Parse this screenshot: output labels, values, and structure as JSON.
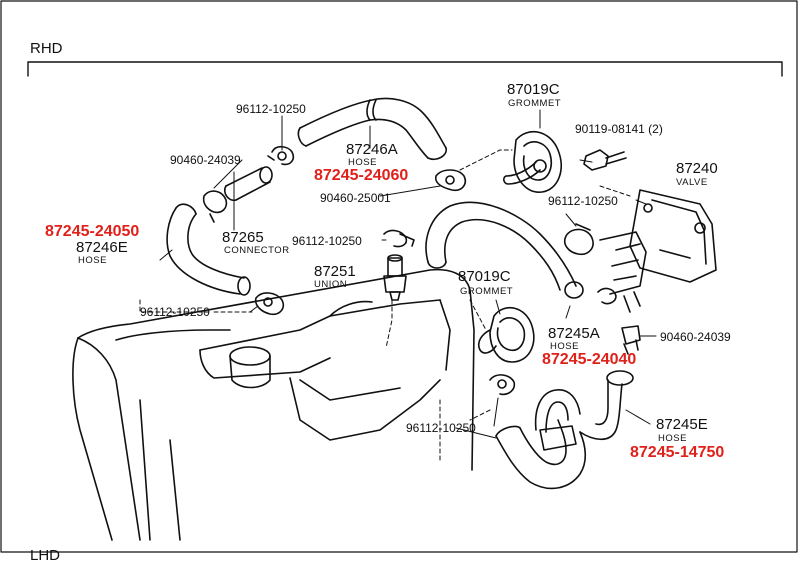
{
  "section": "RHD",
  "section_bottom_partial": "LHD",
  "labels": {
    "p96112_top": "96112-10250",
    "p87246A": "87246A",
    "p87246A_name": "HOSE",
    "p87245_24060": "87245-24060",
    "p87019C_top": "87019C",
    "p87019C_top_name": "GROMMET",
    "p90119": "90119-08141 (2)",
    "p90460_left": "90460-24039",
    "p90460_25001": "90460-25001",
    "p87240": "87240",
    "p87240_name": "VALVE",
    "p96112_right": "96112-10250",
    "p87245_24050": "87245-24050",
    "p87246E": "87246E",
    "p87246E_name": "HOSE",
    "p87265": "87265",
    "p87265_name": "CONNECTOR",
    "p96112_mid": "96112-10250",
    "p87251": "87251",
    "p87251_name": "UNION",
    "p87019C_mid": "87019C",
    "p87019C_mid_name": "GROMMET",
    "p96112_left_low": "96112-10250",
    "p87245A": "87245A",
    "p87245A_name": "HOSE",
    "p90460_right": "90460-24039",
    "p87245_24040": "87245-24040",
    "p96112_bottom": "96112-10250",
    "p87245E": "87245E",
    "p87245E_name": "HOSE",
    "p87245_14750": "87245-14750"
  },
  "colors": {
    "highlight": "#e0201a",
    "line": "#111111"
  }
}
